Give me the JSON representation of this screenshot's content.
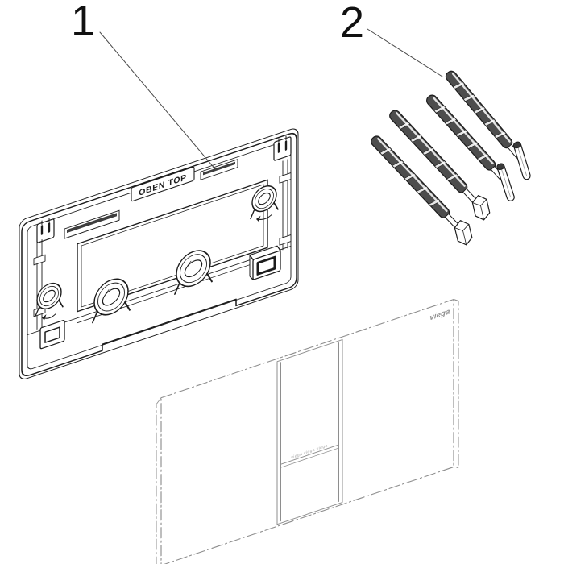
{
  "callouts": {
    "part1": "1",
    "part2": "2"
  },
  "frame": {
    "embossed_text": "OBEN TOP"
  },
  "rods": {
    "count": 4
  },
  "plate": {
    "logo_text": "viega",
    "divider_microtext": "viega viega viega"
  },
  "colors": {
    "background": "#ffffff",
    "line_dark": "#1c1c1c",
    "line_light": "#8e8e8e",
    "leader": "#4a4a4a",
    "text": "#111111",
    "rod_dark": "#4d4d4d",
    "rod_gap": "#e6e6e6",
    "rod_cap": "#3a3a3a"
  }
}
